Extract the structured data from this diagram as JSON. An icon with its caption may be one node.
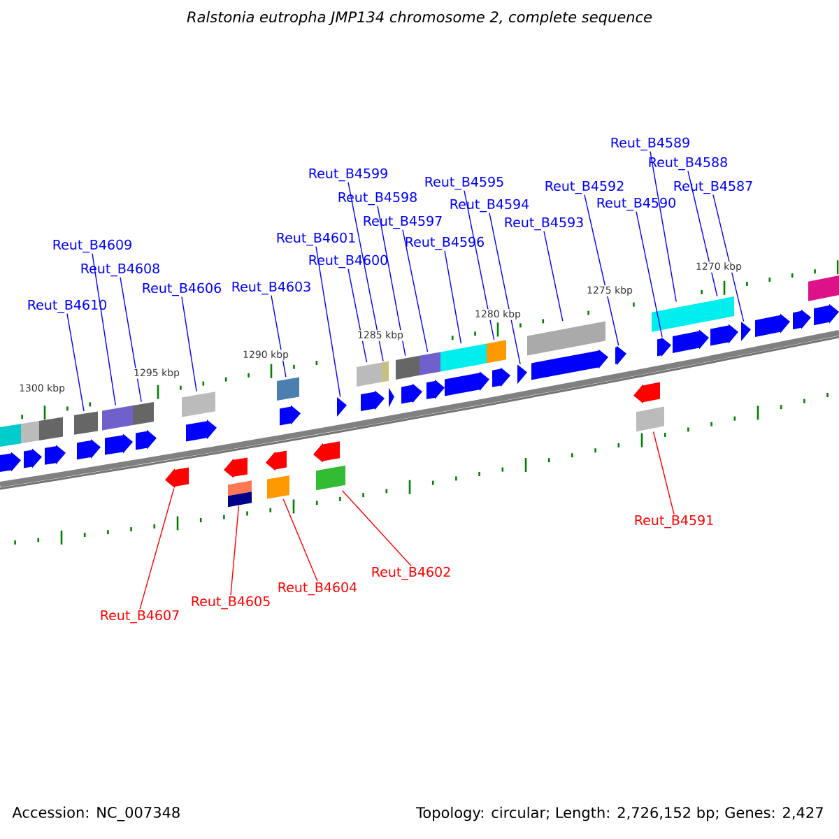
{
  "diagram": {
    "title": "Ralstonia eutropha JMP134 chromosome 2, complete sequence",
    "nodes": [
      {
        "text": [
          "Reut_B4610"
        ]
      },
      {
        "text": [
          "Reut_B4609"
        ]
      },
      {
        "text": [
          "Reut_B4608"
        ]
      },
      {
        "text": [
          "Reut_B4606"
        ]
      },
      {
        "text": [
          "Reut_B4603"
        ]
      },
      {
        "text": [
          "Reut_B4601"
        ]
      },
      {
        "text": [
          "Reut_B4600"
        ]
      },
      {
        "text": [
          "Reut_B4599"
        ]
      },
      {
        "text": [
          "Reut_B4598"
        ]
      },
      {
        "text": [
          "Reut_B4597"
        ]
      },
      {
        "text": [
          "Reut_B4596"
        ]
      },
      {
        "text": [
          "Reut_B4595"
        ]
      },
      {
        "text": [
          "Reut_B4594"
        ]
      },
      {
        "text": [
          "Reut_B4593"
        ]
      },
      {
        "text": [
          "Reut_B4592"
        ]
      },
      {
        "text": [
          "Reut_B4590"
        ]
      },
      {
        "text": [
          "Reut_B4589"
        ]
      },
      {
        "text": [
          "Reut_B4588"
        ]
      },
      {
        "text": [
          "Reut_B4587"
        ]
      },
      {
        "text": [
          "Reut_B4607"
        ]
      },
      {
        "text": [
          "Reut_B4605"
        ]
      },
      {
        "text": [
          "Reut_B4604"
        ]
      },
      {
        "text": [
          "Reut_B4602"
        ]
      },
      {
        "text": [
          "Reut_B4591"
        ]
      },
      {
        "text": [],
        "shape": "box"
      },
      {
        "text": [],
        "shape": "pentagon"
      },
      {
        "text": [],
        "shape": "box"
      },
      {
        "text": [],
        "shape": "pentagon"
      },
      {
        "text": [],
        "shape": "box"
      },
      {
        "text": [],
        "shape": "pentagon"
      },
      {
        "text": [],
        "shape": "box"
      },
      {
        "text": [],
        "shape": "pentagon"
      },
      {
        "text": [],
        "shape": "box"
      },
      {
        "text": [],
        "shape": "pentagon"
      },
      {
        "text": [],
        "shape": "box"
      },
      {
        "text": [],
        "shape": "pentagon"
      },
      {
        "text": [],
        "shape": "pentagon"
      },
      {
        "text": [],
        "shape": "box"
      },
      {
        "text": [],
        "shape": "pentagon"
      },
      {
        "text": [],
        "shape": "pentagon"
      },
      {
        "text": [],
        "shape": "box"
      },
      {
        "text": [],
        "shape": "pentagon"
      },
      {
        "text": [],
        "shape": "box"
      },
      {
        "text": [],
        "shape": "box"
      },
      {
        "text": [],
        "shape": "pentagon"
      },
      {
        "text": [],
        "shape": "pentagon"
      },
      {
        "text": [],
        "shape": "box"
      },
      {
        "text": [],
        "shape": "pentagon"
      },
      {
        "text": [],
        "shape": "box"
      },
      {
        "text": [],
        "shape": "pentagon"
      },
      {
        "text": [],
        "shape": "box"
      },
      {
        "text": [],
        "shape": "pentagon"
      },
      {
        "text": [],
        "shape": "box"
      },
      {
        "text": [],
        "shape": "pentagon"
      },
      {
        "text": [],
        "shape": "box"
      },
      {
        "text": [],
        "shape": "pentagon"
      },
      {
        "text": [],
        "shape": "box"
      },
      {
        "text": [],
        "shape": "pentagon"
      },
      {
        "text": [],
        "shape": "box"
      },
      {
        "text": [],
        "shape": "pentagon"
      },
      {
        "text": [],
        "shape": "pentagon"
      },
      {
        "text": [],
        "shape": "box"
      },
      {
        "text": [],
        "shape": "pentagon"
      },
      {
        "text": [],
        "shape": "pentagon"
      },
      {
        "text": [],
        "shape": "pentagon"
      },
      {
        "text": [],
        "shape": "box"
      },
      {
        "text": [],
        "shape": "box"
      },
      {
        "text": [],
        "shape": "pentagon"
      },
      {
        "text": [],
        "shape": "pentagon"
      },
      {
        "text": [],
        "shape": "box"
      },
      {
        "text": [],
        "shape": "pentagon"
      },
      {
        "text": [],
        "shape": "pentagon"
      },
      {
        "text": [],
        "shape": "pentagon"
      },
      {
        "text": [],
        "shape": "pentagon"
      },
      {
        "text": [],
        "shape": "box"
      },
      {
        "text": [],
        "shape": "pentagon"
      }
    ],
    "edges": [
      {
        "from": 0,
        "to": 30,
        "arrow": "none"
      },
      {
        "from": 1,
        "to": 32,
        "arrow": "none"
      },
      {
        "from": 2,
        "to": 34,
        "arrow": "none"
      },
      {
        "from": 3,
        "to": 37,
        "arrow": "none"
      },
      {
        "from": 4,
        "to": 43,
        "arrow": "none"
      },
      {
        "from": 5,
        "to": 47,
        "arrow": "none"
      },
      {
        "from": 6,
        "to": 48,
        "arrow": "none"
      },
      {
        "from": 7,
        "to": 50,
        "arrow": "none"
      },
      {
        "from": 8,
        "to": 52,
        "arrow": "none"
      },
      {
        "from": 9,
        "to": 54,
        "arrow": "none"
      },
      {
        "from": 10,
        "to": 56,
        "arrow": "none"
      },
      {
        "from": 11,
        "to": 58,
        "arrow": "none"
      },
      {
        "from": 12,
        "to": 60,
        "arrow": "none"
      },
      {
        "from": 13,
        "to": 61,
        "arrow": "none"
      },
      {
        "from": 14,
        "to": 63,
        "arrow": "none"
      },
      {
        "from": 15,
        "to": 67,
        "arrow": "none"
      },
      {
        "from": 16,
        "to": 66,
        "arrow": "none"
      },
      {
        "from": 17,
        "to": 69,
        "arrow": "none"
      },
      {
        "from": 18,
        "to": 71,
        "arrow": "none"
      },
      {
        "from": 19,
        "to": 36,
        "arrow": "none",
        "color": "#ff0000"
      },
      {
        "from": 20,
        "to": 40,
        "arrow": "none",
        "color": "#ff0000"
      },
      {
        "from": 21,
        "to": 42,
        "arrow": "none",
        "color": "#ff0000"
      },
      {
        "from": 22,
        "to": 46,
        "arrow": "none",
        "color": "#ff0000"
      },
      {
        "from": 23,
        "to": 65,
        "arrow": "none",
        "color": "#ff0000"
      }
    ],
    "labels": [
      "1270 kbp",
      "1275 kbp",
      "1280 kbp",
      "1285 kbp",
      "1290 kbp",
      "1295 kbp",
      "1300 kbp",
      "Accession: NC_007348",
      "Topology: circular; Length: 2,726,152 bp; Genes: 2,427"
    ]
  }
}
